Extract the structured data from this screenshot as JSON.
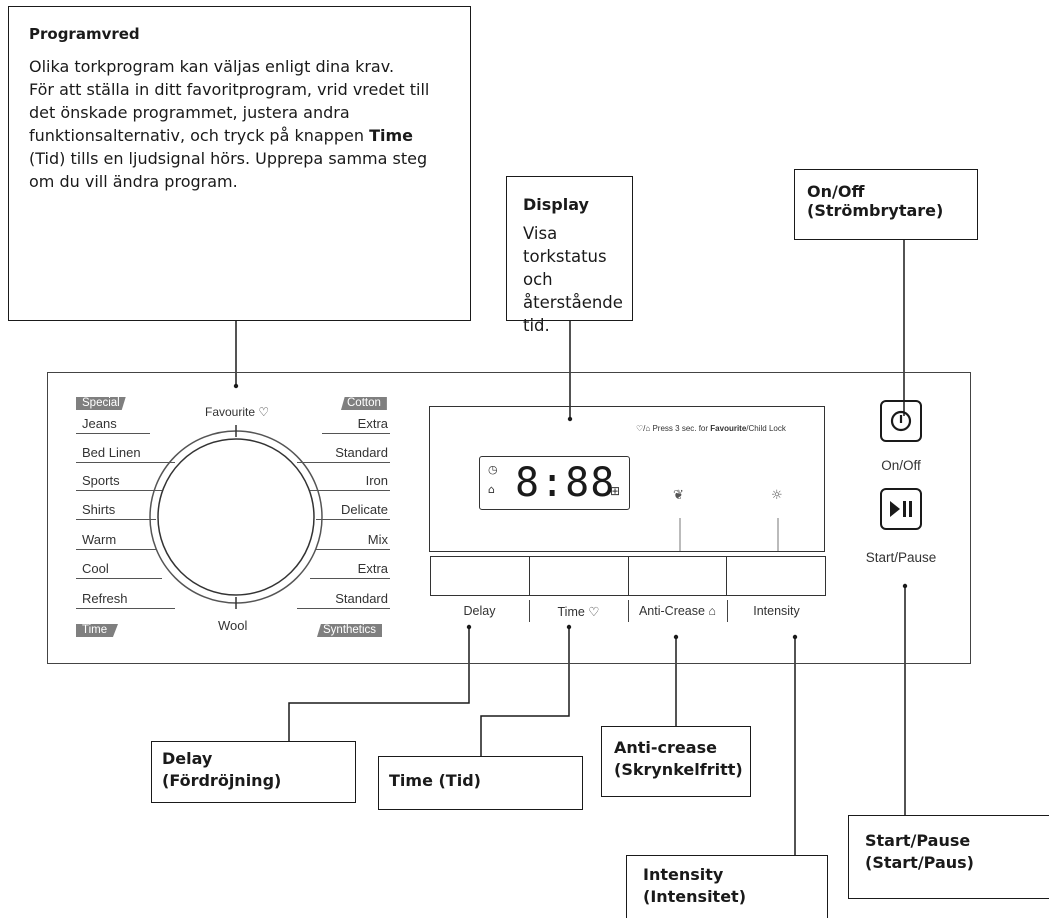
{
  "callouts": {
    "programvred": {
      "title": "Programvred",
      "body_1": "Olika torkprogram kan väljas enligt dina krav.",
      "body_2a": "För att ställa in ditt favoritprogram, vrid vredet till det önskade programmet, justera andra funktionsalternativ, och tryck på knappen ",
      "body_2b": "Time",
      "body_2c": " (Tid) tills en ljudsignal hörs. Upprepa samma steg om du vill ändra program."
    },
    "display": {
      "title": "Display",
      "body": "Visa torkstatus och återstående tid."
    },
    "onoff": {
      "title_1": "On/Off",
      "title_2": "(Strömbrytare)"
    },
    "delay": {
      "title_1": "Delay",
      "title_2": "(Fördröjning)"
    },
    "time": {
      "title": "Time (Tid)"
    },
    "anticrease": {
      "title_1": "Anti-crease",
      "title_2": "(Skrynkelfritt)"
    },
    "intensity": {
      "title_1": "Intensity",
      "title_2": "(Intensitet)"
    },
    "startpause": {
      "title_1": "Start/Pause",
      "title_2": "(Start/Paus)"
    }
  },
  "panel": {
    "tags": {
      "special": "Special",
      "cotton": "Cotton",
      "time": "Time",
      "synthetics": "Synthetics"
    },
    "favourite": "Favourite ♡",
    "wool": "Wool",
    "left_programs": [
      "Jeans",
      "Bed Linen",
      "Sports",
      "Shirts",
      "Warm",
      "Cool",
      "Refresh"
    ],
    "right_programs": [
      "Extra",
      "Standard",
      "Iron",
      "Delicate",
      "Mix",
      "Extra",
      "Standard"
    ],
    "display_hint_a": "♡/",
    "display_hint_b": " Press 3 sec. for ",
    "display_hint_fav": "Favourite",
    "display_hint_c": "/Child Lock",
    "lcd_digits": "8:88",
    "buttons": {
      "delay": "Delay",
      "time": "Time ♡",
      "anticrease": "Anti-Crease",
      "intensity": "Intensity"
    },
    "onoff_label": "On/Off",
    "startpause_label": "Start/Pause"
  },
  "colors": {
    "line": "#1a1a1a",
    "tag_bg": "#7f7f7f"
  }
}
